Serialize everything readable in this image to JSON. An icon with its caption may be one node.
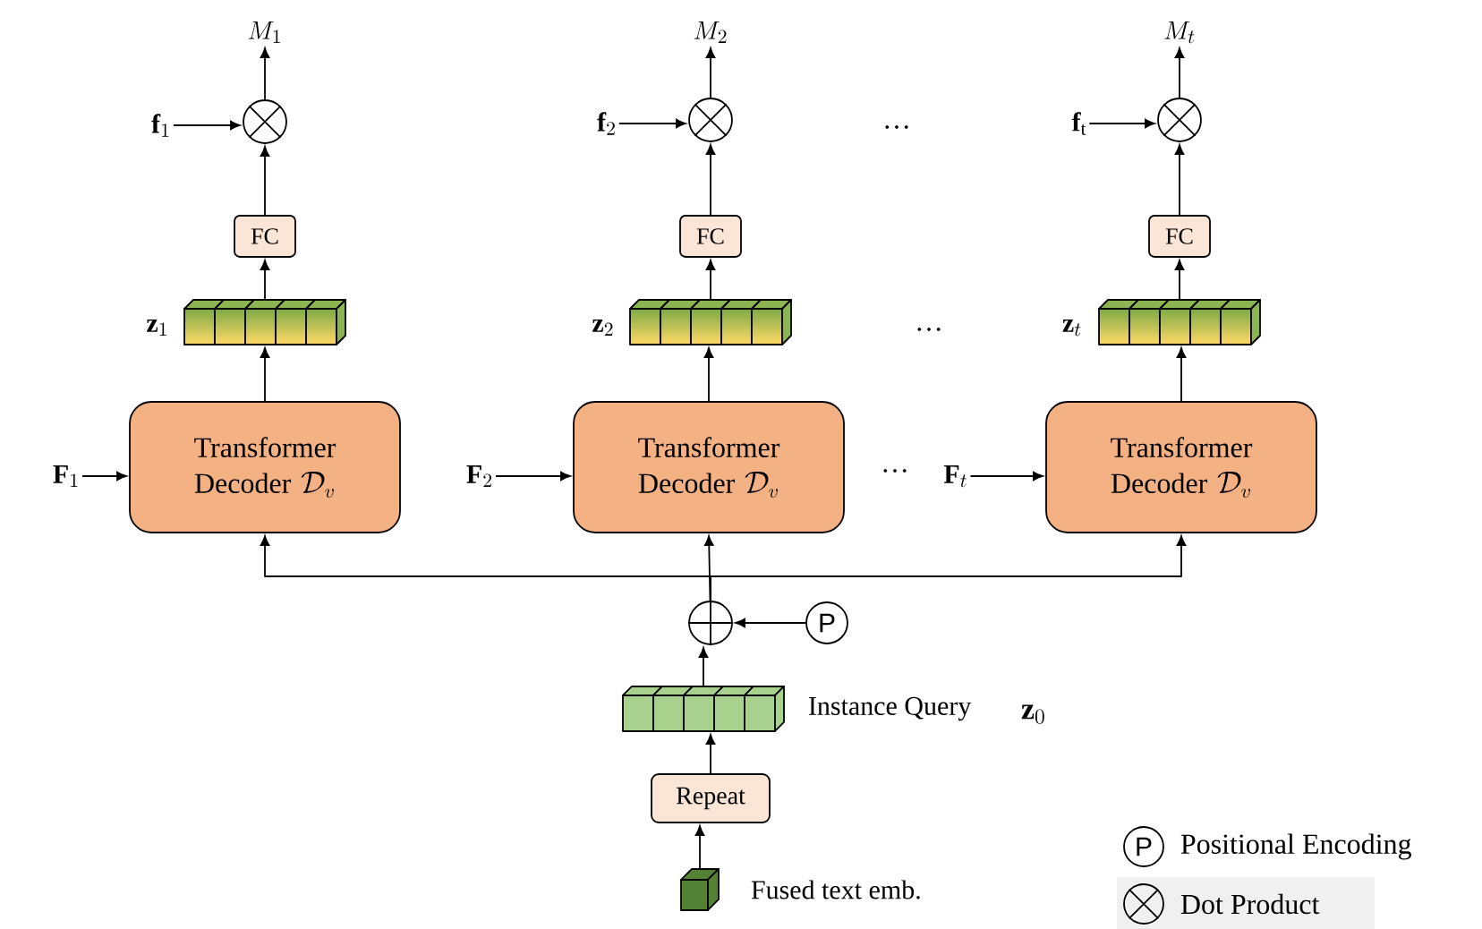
{
  "diagram": {
    "nodes": [
      {
        "text": [
          "M_1"
        ]
      },
      {
        "text": [
          "M_2"
        ]
      },
      {
        "text": [
          "M_t"
        ]
      },
      {
        "text": [
          "\\mathbf{f}_1"
        ]
      },
      {
        "text": [],
        "shape": "circle"
      },
      {
        "text": [
          "\\mathbf{f}_2"
        ]
      },
      {
        "text": [],
        "shape": "circle"
      },
      {
        "text": [
          "\\mathbf{f}_\\mathrm{t}"
        ]
      },
      {
        "text": [],
        "shape": "circle"
      },
      {
        "text": [
          "FC"
        ]
      },
      {
        "text": [
          "FC"
        ]
      },
      {
        "text": [
          "FC"
        ]
      },
      {
        "text": [],
        "shape": "box",
        "beside": [
          "\\mathbf{z}_1"
        ]
      },
      {
        "text": [],
        "shape": "box",
        "beside": [
          "\\mathbf{z}_2"
        ]
      },
      {
        "text": [],
        "shape": "box",
        "beside": [
          "\\mathbf{z}_t"
        ]
      },
      {
        "text": [
          "\\mathbf{F}_1"
        ]
      },
      {
        "text": [
          "Transformer Decoder",
          "\\mathcal{D}_v"
        ]
      },
      {
        "text": [
          "\\mathbf{F}_2"
        ]
      },
      {
        "text": [
          "Transformer Decoder",
          "\\mathcal{D}_v"
        ]
      },
      {
        "text": [
          "\\mathbf{F}_t"
        ]
      },
      {
        "text": [
          "Transformer Decoder",
          "\\mathcal{D}_v"
        ]
      },
      {
        "text": [],
        "shape": "circle"
      },
      {
        "text": [
          "P"
        ]
      },
      {
        "text": [],
        "shape": "box",
        "beside": [
          "Instance Query",
          "\\mathbf{z}_0"
        ]
      },
      {
        "text": [
          "Repeat"
        ]
      },
      {
        "text": [],
        "shape": "box",
        "beside": [
          "Fused text emb."
        ]
      }
    ],
    "edges": [
      {
        "from": 4,
        "to": 0,
        "arrow": "to"
      },
      {
        "from": 6,
        "to": 1,
        "arrow": "to"
      },
      {
        "from": 8,
        "to": 2,
        "arrow": "to"
      },
      {
        "from": 3,
        "to": 4,
        "arrow": "to"
      },
      {
        "from": 5,
        "to": 6,
        "arrow": "to"
      },
      {
        "from": 7,
        "to": 8,
        "arrow": "to"
      },
      {
        "from": 9,
        "to": 4,
        "arrow": "to"
      },
      {
        "from": 10,
        "to": 6,
        "arrow": "to"
      },
      {
        "from": 11,
        "to": 8,
        "arrow": "to"
      },
      {
        "from": 12,
        "to": 9,
        "arrow": "to"
      },
      {
        "from": 13,
        "to": 10,
        "arrow": "to"
      },
      {
        "from": 14,
        "to": 11,
        "arrow": "to"
      },
      {
        "from": 16,
        "to": 12,
        "arrow": "to"
      },
      {
        "from": 18,
        "to": 13,
        "arrow": "to"
      },
      {
        "from": 20,
        "to": 14,
        "arrow": "to"
      },
      {
        "from": 15,
        "to": 16,
        "arrow": "to"
      },
      {
        "from": 17,
        "to": 18,
        "arrow": "to"
      },
      {
        "from": 19,
        "to": 20,
        "arrow": "to"
      },
      {
        "from": 21,
        "to": 16,
        "arrow": "to"
      },
      {
        "from": 21,
        "to": 18,
        "arrow": "to"
      },
      {
        "from": 21,
        "to": 20,
        "arrow": "to"
      },
      {
        "from": 22,
        "to": 21,
        "arrow": "to"
      },
      {
        "from": 23,
        "to": 21,
        "arrow": "to"
      },
      {
        "from": 24,
        "to": 23,
        "arrow": "to"
      },
      {
        "from": 25,
        "to": 24,
        "arrow": "to"
      }
    ],
    "labels": [
      "…",
      "…",
      "…",
      "P"
    ],
    "legend": [
      {
        "text": "Positional Encoding"
      },
      {
        "text": "Dot Product"
      }
    ]
  }
}
